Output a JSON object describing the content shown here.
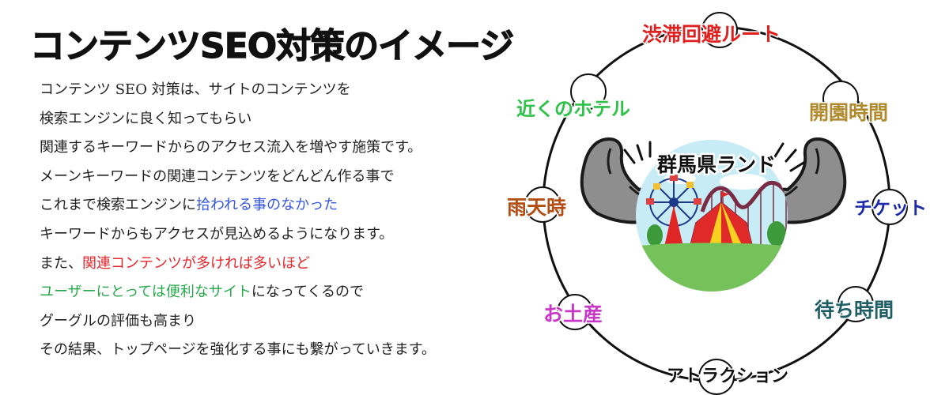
{
  "title": "コンテンツSEO対策のイメージ",
  "description": [
    [
      {
        "t": "コンテンツ SEO 対策は、サイトのコンテンツを",
        "c": ""
      }
    ],
    [
      {
        "t": "検索エンジンに良く知ってもらい",
        "c": ""
      }
    ],
    [
      {
        "t": "関連するキーワードからのアクセス流入を増やす施策です。",
        "c": ""
      }
    ],
    [
      {
        "t": "メーンキーワードの関連コンテンツをどんどん作る事で",
        "c": ""
      }
    ],
    [
      {
        "t": "これまで検索エンジンに",
        "c": ""
      },
      {
        "t": "拾われる事のなかった",
        "c": "blue"
      }
    ],
    [
      {
        "t": "キーワードからもアクセスが見込めるようになります。",
        "c": ""
      }
    ],
    [
      {
        "t": "また、",
        "c": ""
      },
      {
        "t": "関連コンテンツが多ければ多いほど",
        "c": "red"
      }
    ],
    [
      {
        "t": "ユーザーにとっては便利なサイト",
        "c": "green"
      },
      {
        "t": "になってくるので",
        "c": ""
      }
    ],
    [
      {
        "t": "グーグルの評価も高まり",
        "c": ""
      }
    ],
    [
      {
        "t": "その結果、トップページを強化する事にも繋がっていきます。",
        "c": ""
      }
    ]
  ],
  "diagram": {
    "center_label": "群馬県ランド",
    "nodes": [
      {
        "label": "渋滞回避ルート",
        "color": "#e01f1f"
      },
      {
        "label": "開園時間",
        "color": "#b08a2c"
      },
      {
        "label": "チケット",
        "color": "#1a2aa8"
      },
      {
        "label": "待ち時間",
        "color": "#1f5f63"
      },
      {
        "label": "アトラクション",
        "color": "#111111"
      },
      {
        "label": "お土産",
        "color": "#c837c6"
      },
      {
        "label": "雨天時",
        "color": "#b34d14"
      },
      {
        "label": "近くのホテル",
        "color": "#2fc24a"
      }
    ]
  }
}
